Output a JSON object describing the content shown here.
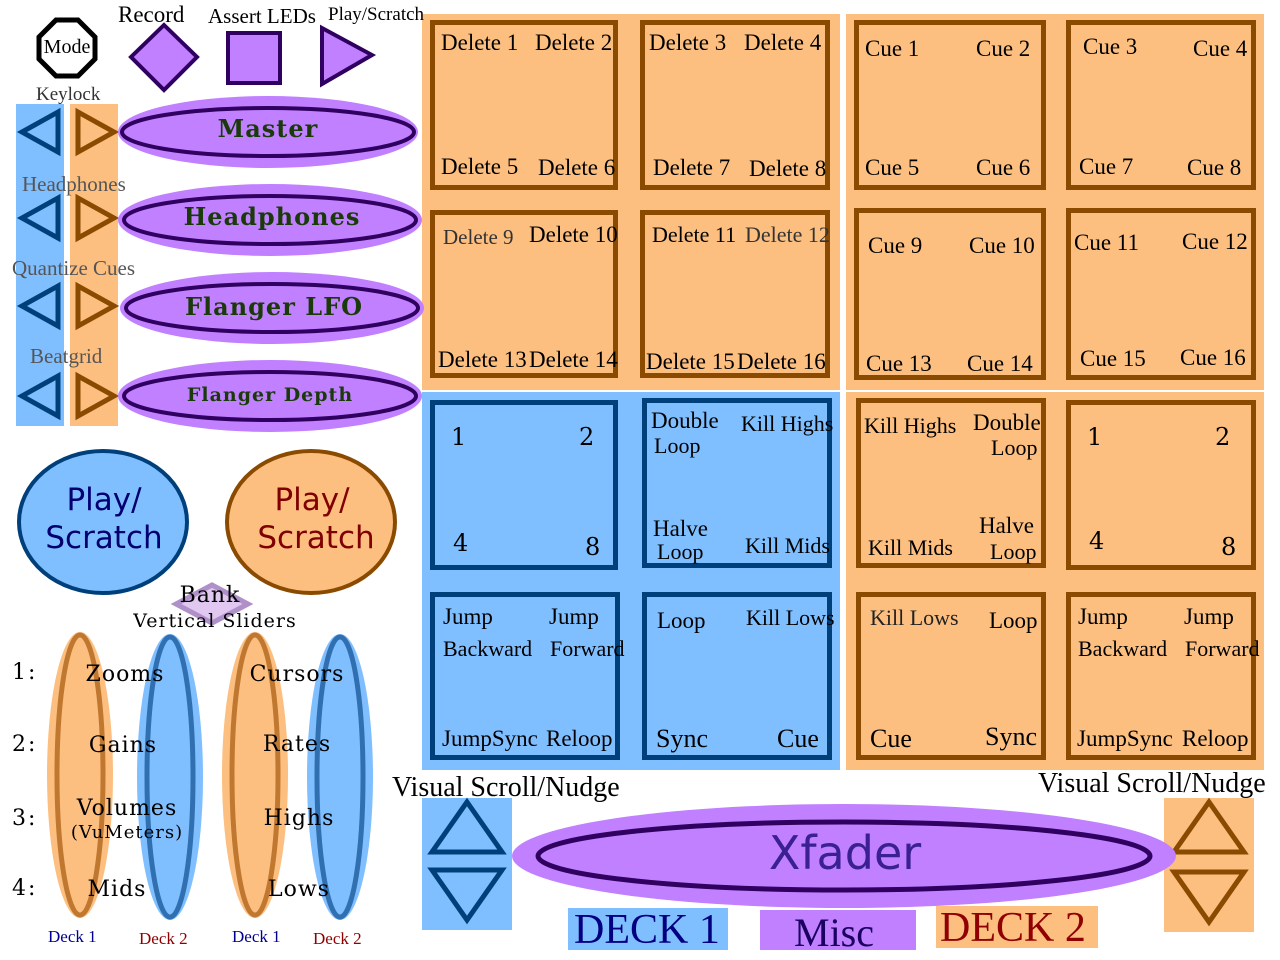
{
  "colors": {
    "deck1_fill": "#80bfff",
    "deck1_stroke": "#00407a",
    "deck2_fill": "#fcbf80",
    "deck2_stroke": "#8a4a00",
    "misc_fill": "#c080ff",
    "misc_stroke": "#300060"
  },
  "top_buttons": {
    "mode": "Mode",
    "record": "Record",
    "assert_leds": "Assert LEDs",
    "play_scratch": "Play/Scratch"
  },
  "side_labels": {
    "keylock": "Keylock",
    "headphones": "Headphones",
    "quantize": "Quantize Cues",
    "beatgrid": "Beatgrid"
  },
  "knobs": {
    "master": "Master",
    "headphones": "Headphones",
    "flanger_lfo": "Flanger LFO",
    "flanger_depth": "Flanger Depth"
  },
  "play_buttons": {
    "deck1_line1": "Play/",
    "deck1_line2": "Scratch",
    "deck2_line1": "Play/",
    "deck2_line2": "Scratch"
  },
  "bank": {
    "label": "Bank",
    "sub": "Vertical Sliders"
  },
  "sliders": {
    "rows": [
      {
        "num": "1:",
        "left": "Zooms",
        "right": "Cursors"
      },
      {
        "num": "2:",
        "left": "Gains",
        "right": "Rates"
      },
      {
        "num": "3:",
        "left": "Volumes",
        "left_sub": "(VuMeters)",
        "right": "Highs"
      },
      {
        "num": "4:",
        "left": "Mids",
        "right": "Lows"
      }
    ],
    "deck_labels": [
      "Deck 1",
      "Deck 2",
      "Deck 1",
      "Deck 2"
    ]
  },
  "delete_pads": [
    [
      "Delete 1",
      "Delete 2",
      "Delete 5",
      "Delete 6"
    ],
    [
      "Delete 3",
      "Delete 4",
      "Delete 7",
      "Delete 8"
    ],
    [
      "Delete 9",
      "Delete 10",
      "Delete 13",
      "Delete 14"
    ],
    [
      "Delete 11",
      "Delete 12",
      "Delete 15",
      "Delete 16"
    ]
  ],
  "cue_pads": [
    [
      "Cue 1",
      "Cue 2",
      "Cue 5",
      "Cue 6"
    ],
    [
      "Cue 3",
      "Cue 4",
      "Cue 7",
      "Cue 8"
    ],
    [
      "Cue 9",
      "Cue 10",
      "Cue 13",
      "Cue 14"
    ],
    [
      "Cue 11",
      "Cue 12",
      "Cue 15",
      "Cue 16"
    ]
  ],
  "deck1_pads": {
    "loopsize": [
      "1",
      "2",
      "4",
      "8"
    ],
    "loop_ctrl": {
      "tl1": "Double",
      "tl2": "Loop",
      "tr": "Kill Highs",
      "bl1": "Halve",
      "bl2": "Loop",
      "br": "Kill Mids"
    },
    "jump": {
      "tl1": "Jump",
      "tl2": "Backward",
      "tr1": "Jump",
      "tr2": "Forward",
      "bl": "JumpSync",
      "br": "Reloop"
    },
    "transport": {
      "tl": "Loop",
      "tr": "Kill Lows",
      "bl": "Sync",
      "br": "Cue"
    }
  },
  "deck2_pads": {
    "loop_ctrl": {
      "tl": "Kill Highs",
      "tr1": "Double",
      "tr2": "Loop",
      "bl": "Kill Mids",
      "br1": "Halve",
      "br2": "Loop"
    },
    "loopsize": [
      "1",
      "2",
      "4",
      "8"
    ],
    "transport": {
      "tl": "Kill Lows",
      "tr": "Loop",
      "bl": "Cue",
      "br": "Sync"
    },
    "jump": {
      "tl1": "Jump",
      "tl2": "Backward",
      "tr1": "Jump",
      "tr2": "Forward",
      "bl": "JumpSync",
      "br": "Reloop"
    }
  },
  "scroll_labels": {
    "left": "Visual Scroll/Nudge",
    "right": "Visual Scroll/Nudge"
  },
  "xfader": "Xfader",
  "legend": {
    "deck1": "DECK 1",
    "misc": "Misc",
    "deck2": "DECK 2"
  }
}
